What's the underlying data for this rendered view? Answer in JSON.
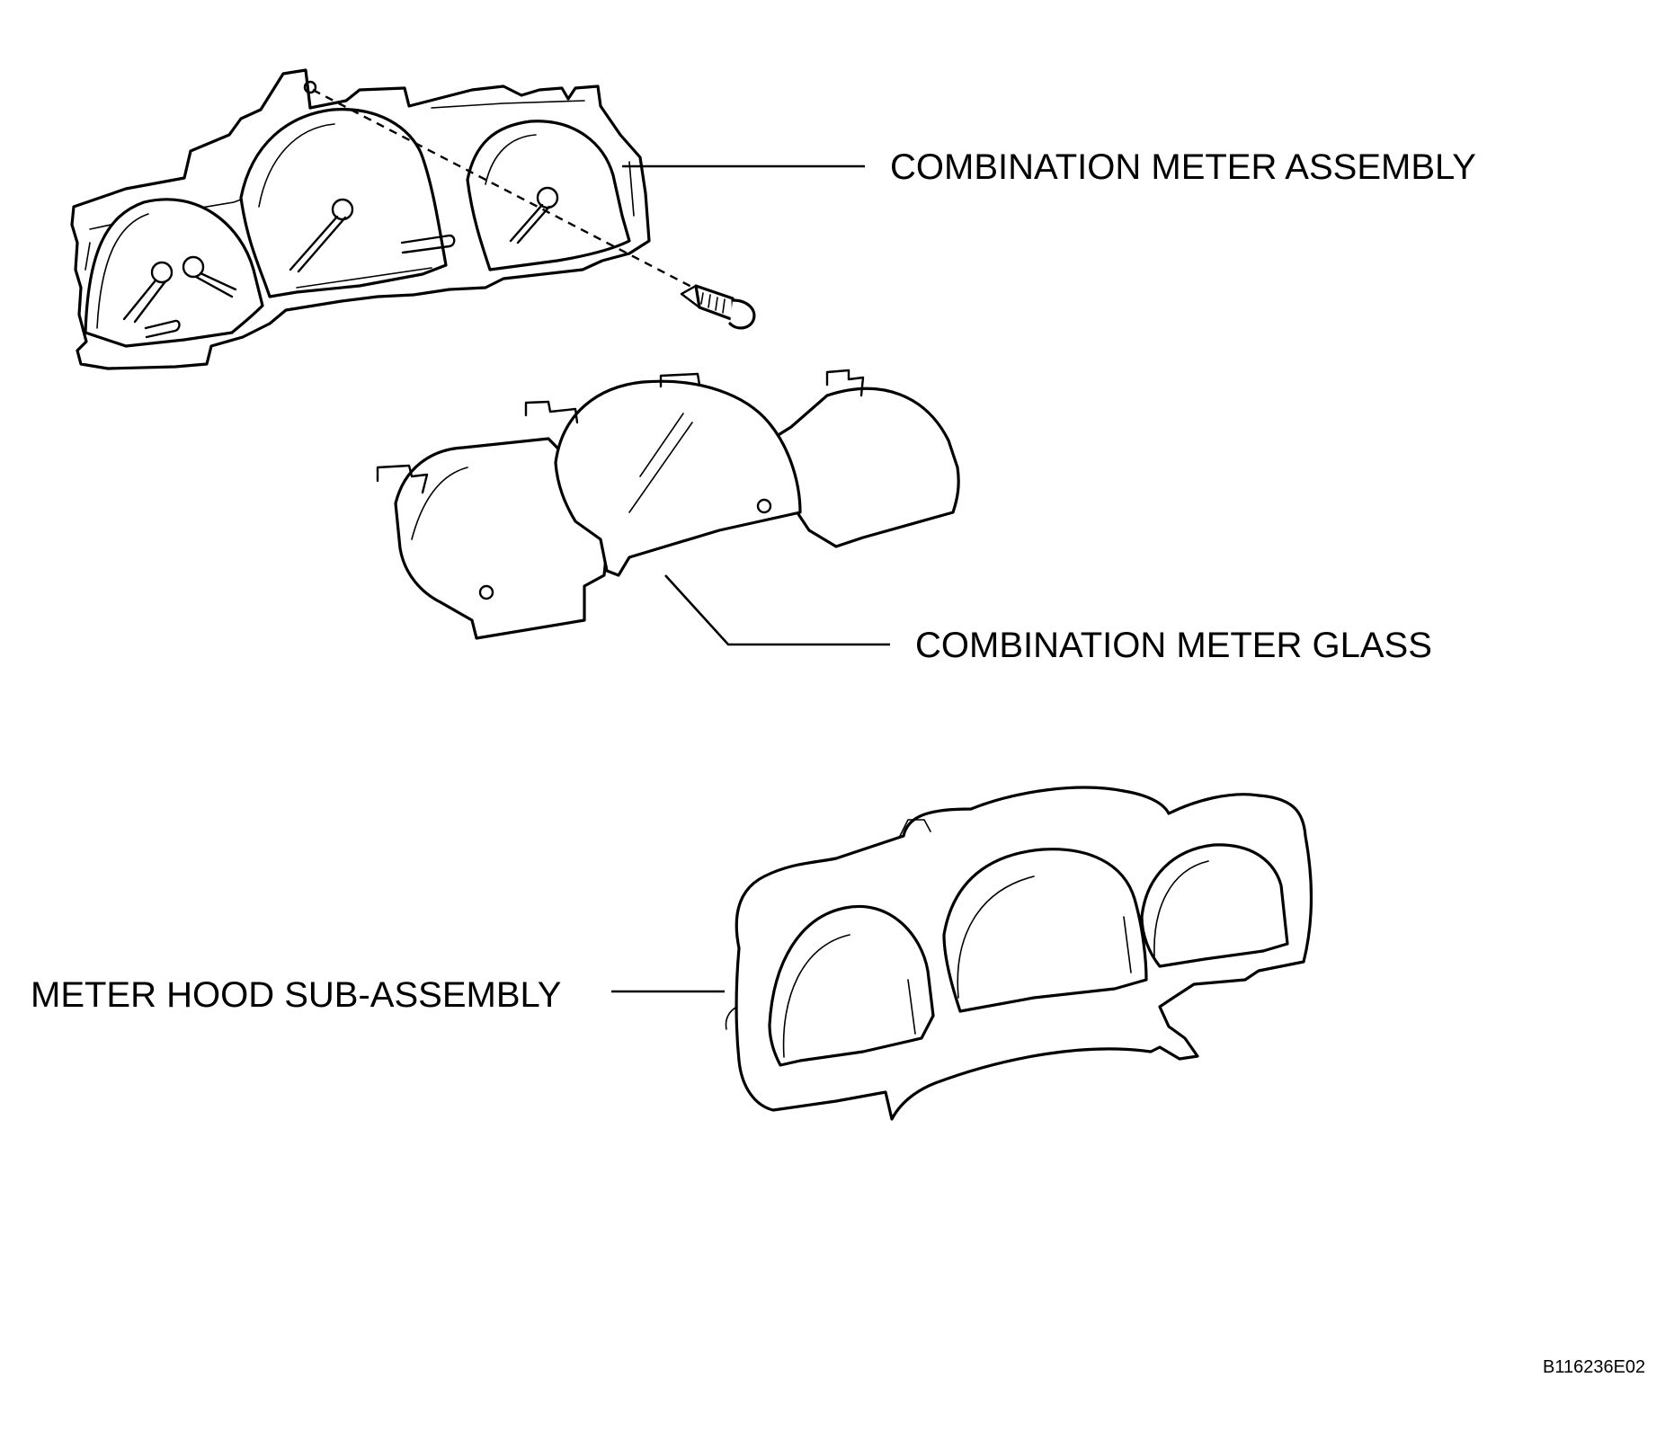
{
  "diagram": {
    "parts": [
      {
        "id": "combination-meter-assembly",
        "label": "COMBINATION METER ASSEMBLY"
      },
      {
        "id": "combination-meter-glass",
        "label": "COMBINATION METER GLASS"
      },
      {
        "id": "meter-hood-sub-assembly",
        "label": "METER HOOD SUB-ASSEMBLY"
      }
    ],
    "figure_code": "B116236E02"
  }
}
